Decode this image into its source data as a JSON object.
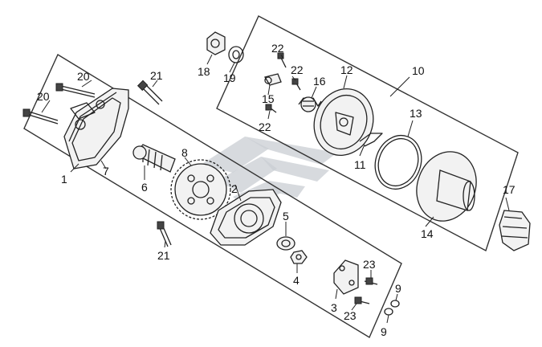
{
  "callouts": {
    "c1": "1",
    "c2": "2",
    "c3": "3",
    "c4": "4",
    "c5": "5",
    "c6": "6",
    "c7": "7",
    "c8": "8",
    "c9a": "9",
    "c9b": "9",
    "c10": "10",
    "c11": "11",
    "c12": "12",
    "c13": "13",
    "c14": "14",
    "c15": "15",
    "c16": "16",
    "c17": "17",
    "c18": "18",
    "c19": "19",
    "c20a": "20",
    "c20b": "20",
    "c21a": "21",
    "c21b": "21",
    "c22a": "22",
    "c22b": "22",
    "c22c": "22",
    "c23a": "23",
    "c23b": "23"
  },
  "colors": {
    "line": "#222222",
    "watermark": "#c9ced3"
  }
}
